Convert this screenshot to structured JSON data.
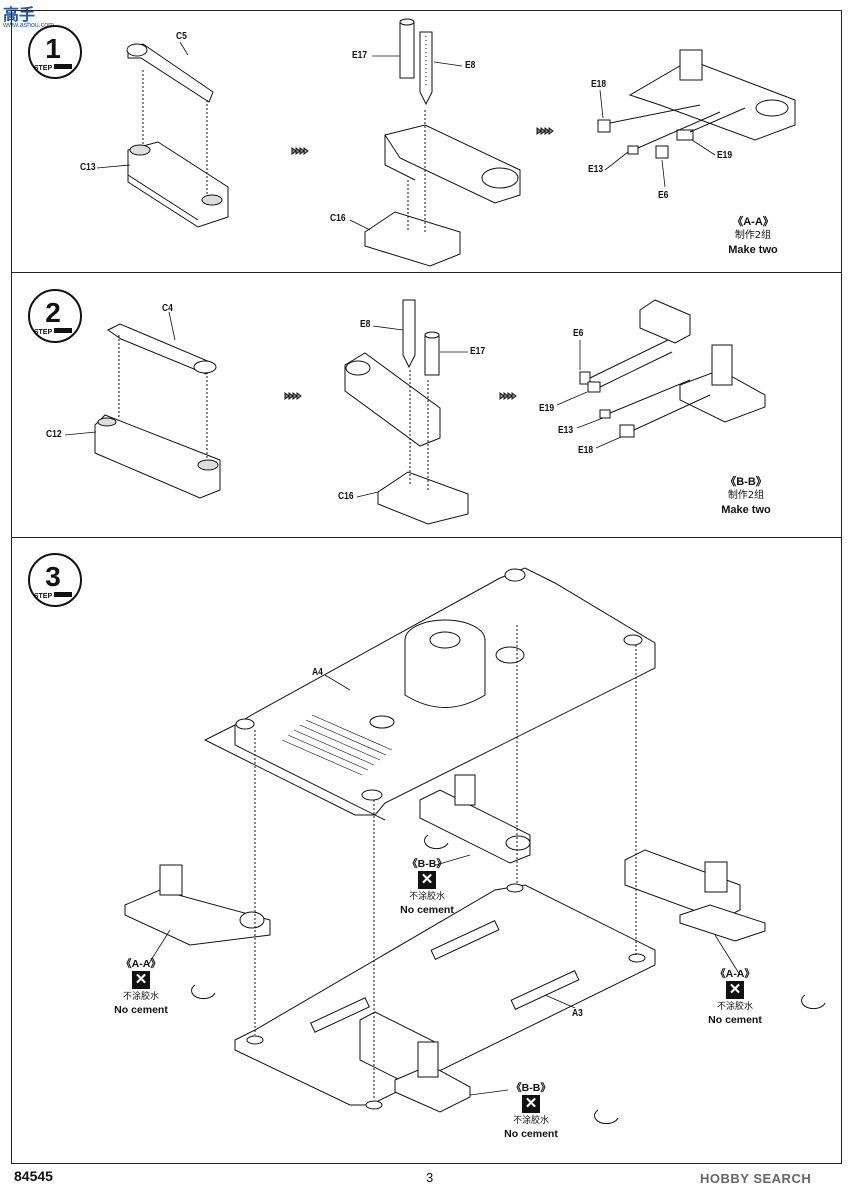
{
  "watermark_top": {
    "cn": "高手",
    "site": "www.ashou.com"
  },
  "watermark_bottom": "HOBBY SEARCH",
  "footer": {
    "code": "84545",
    "page": "3"
  },
  "steps": [
    {
      "number": "1",
      "badge_text": "STEP",
      "parts_a": [
        "C5",
        "C13"
      ],
      "parts_b": [
        "E17",
        "E8",
        "C16"
      ],
      "parts_c": [
        "E18",
        "E13",
        "E19",
        "E6"
      ],
      "view": "《A-A》",
      "qty_cn": "制作2组",
      "qty_en": "Make two"
    },
    {
      "number": "2",
      "badge_text": "STEP",
      "parts_a": [
        "C4",
        "C12"
      ],
      "parts_b": [
        "E8",
        "E17",
        "C16"
      ],
      "parts_c": [
        "E6",
        "E19",
        "E13",
        "E18"
      ],
      "view": "《B-B》",
      "qty_cn": "制作2组",
      "qty_en": "Make two"
    },
    {
      "number": "3",
      "badge_text": "STEP",
      "parts": [
        "A4",
        "A3"
      ],
      "notes": [
        {
          "view": "《B-B》",
          "cn": "不涂胶水",
          "en": "No cement"
        },
        {
          "view": "《A-A》",
          "cn": "不涂胶水",
          "en": "No cement"
        },
        {
          "view": "《A-A》",
          "cn": "不涂胶水",
          "en": "No cement"
        },
        {
          "view": "《B-B》",
          "cn": "不涂胶水",
          "en": "No cement"
        }
      ]
    }
  ]
}
